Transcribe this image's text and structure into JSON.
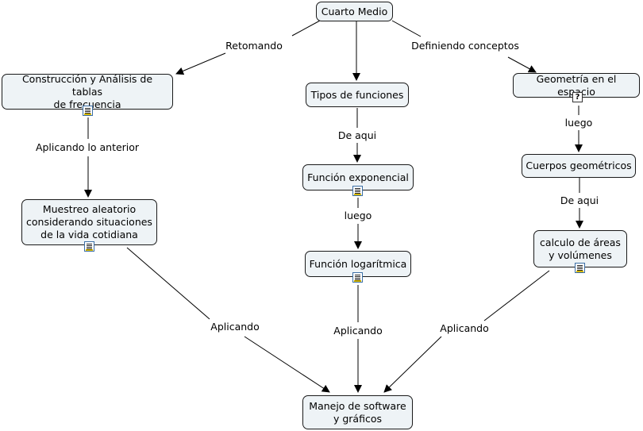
{
  "nodes": {
    "cuarto_medio": "Cuarto Medio",
    "construccion": "Construcción y Análisis de tablas\nde frecuencia",
    "tipos_funciones": "Tipos de funciones",
    "geometria": "Geometría en el espacio",
    "muestreo": "Muestreo aleatorio\nconsiderando situaciones\nde la vida cotidiana",
    "funcion_exponencial": "Función exponencial",
    "cuerpos": "Cuerpos geométricos",
    "funcion_logaritmica": "Función logarítmica",
    "calculo": "calculo de áreas\ny volúmenes",
    "manejo": "Manejo de software\ny gráficos"
  },
  "links": {
    "retomando": "Retomando",
    "definiendo": "Definiendo conceptos",
    "aplicando_anterior": "Aplicando lo anterior",
    "de_aqui_1": "De aqui",
    "luego_1": "luego",
    "luego_2": "luego",
    "de_aqui_2": "De aqui",
    "aplicando_1": "Aplicando",
    "aplicando_2": "Aplicando",
    "aplicando_3": "Aplicando"
  },
  "icons": {
    "document": "document-resource-icon",
    "question": "question-resource-icon",
    "question_glyph": "?"
  }
}
